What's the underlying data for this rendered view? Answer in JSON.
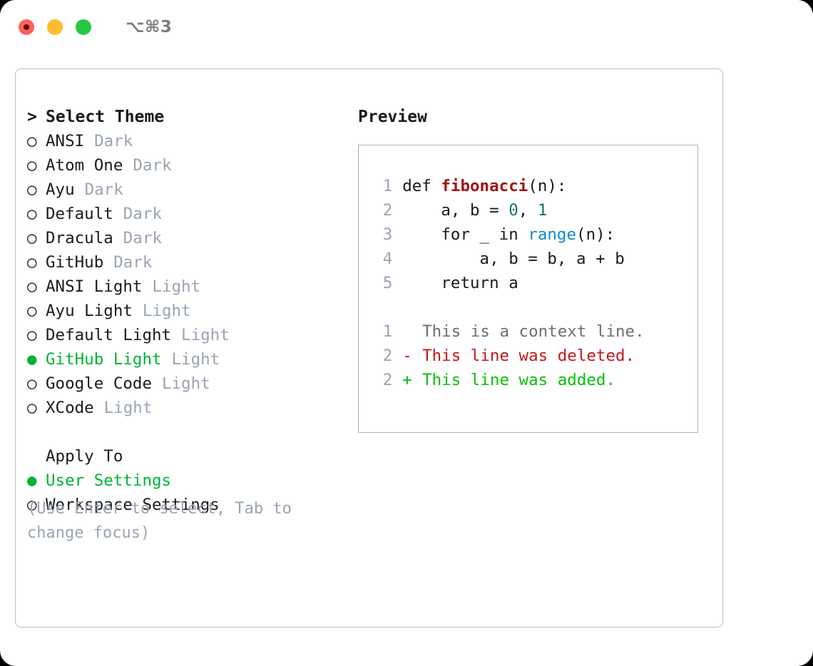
{
  "titlebar": {
    "shortcut": "⌥⌘3",
    "buttons": [
      {
        "name": "close",
        "color": "#ff6159"
      },
      {
        "name": "minimize",
        "color": "#ffbd2e"
      },
      {
        "name": "maximize",
        "color": "#25c840"
      }
    ]
  },
  "theme_picker": {
    "heading": "Select Theme",
    "heading_marker": ">",
    "marker_unselected": "○",
    "marker_selected": "●",
    "items": [
      {
        "label": "ANSI",
        "tag": "Dark",
        "selected": false
      },
      {
        "label": "Atom One",
        "tag": "Dark",
        "selected": false
      },
      {
        "label": "Ayu",
        "tag": "Dark",
        "selected": false
      },
      {
        "label": "Default",
        "tag": "Dark",
        "selected": false
      },
      {
        "label": "Dracula",
        "tag": "Dark",
        "selected": false
      },
      {
        "label": "GitHub",
        "tag": "Dark",
        "selected": false
      },
      {
        "label": "ANSI Light",
        "tag": "Light",
        "selected": false
      },
      {
        "label": "Ayu Light",
        "tag": "Light",
        "selected": false
      },
      {
        "label": "Default Light",
        "tag": "Light",
        "selected": false
      },
      {
        "label": "GitHub Light",
        "tag": "Light",
        "selected": true
      },
      {
        "label": "Google Code",
        "tag": "Light",
        "selected": false
      },
      {
        "label": "XCode",
        "tag": "Light",
        "selected": false
      }
    ]
  },
  "apply_to": {
    "heading": "Apply To",
    "items": [
      {
        "label": "User Settings",
        "selected": true
      },
      {
        "label": "Workspace Settings",
        "selected": false
      }
    ]
  },
  "hint": "(Use Enter to select, Tab to change focus)",
  "preview": {
    "title": "Preview",
    "code_lines": [
      {
        "num": "1",
        "tokens": [
          {
            "t": "def ",
            "c": "kw"
          },
          {
            "t": "fibonacci",
            "c": "fn"
          },
          {
            "t": "(n):",
            "c": "kw"
          }
        ]
      },
      {
        "num": "2",
        "tokens": [
          {
            "t": "    a, b = ",
            "c": "kw"
          },
          {
            "t": "0",
            "c": "num"
          },
          {
            "t": ", ",
            "c": "kw"
          },
          {
            "t": "1",
            "c": "num"
          }
        ]
      },
      {
        "num": "3",
        "tokens": [
          {
            "t": "    for _ in ",
            "c": "kw"
          },
          {
            "t": "range",
            "c": "call"
          },
          {
            "t": "(n):",
            "c": "kw"
          }
        ]
      },
      {
        "num": "4",
        "tokens": [
          {
            "t": "        a, b = b, a + b",
            "c": "kw"
          }
        ]
      },
      {
        "num": "5",
        "tokens": [
          {
            "t": "    return a",
            "c": "kw"
          }
        ]
      }
    ],
    "diff_lines": [
      {
        "num": "1",
        "sign": " ",
        "text": "This is a context line.",
        "kind": "ctx"
      },
      {
        "num": "2",
        "sign": "-",
        "text": "This line was deleted.",
        "kind": "del"
      },
      {
        "num": "2",
        "sign": "+",
        "text": "This line was added.",
        "kind": "add"
      }
    ]
  },
  "colors": {
    "accent_green": "#00b336",
    "diff_add": "#07c007",
    "diff_del": "#c2191b",
    "muted": "#9aa4b4",
    "fn_red": "#a31515",
    "num_teal": "#0a7a63",
    "call_blue": "#1389ca",
    "border": "#b9c0cc"
  }
}
